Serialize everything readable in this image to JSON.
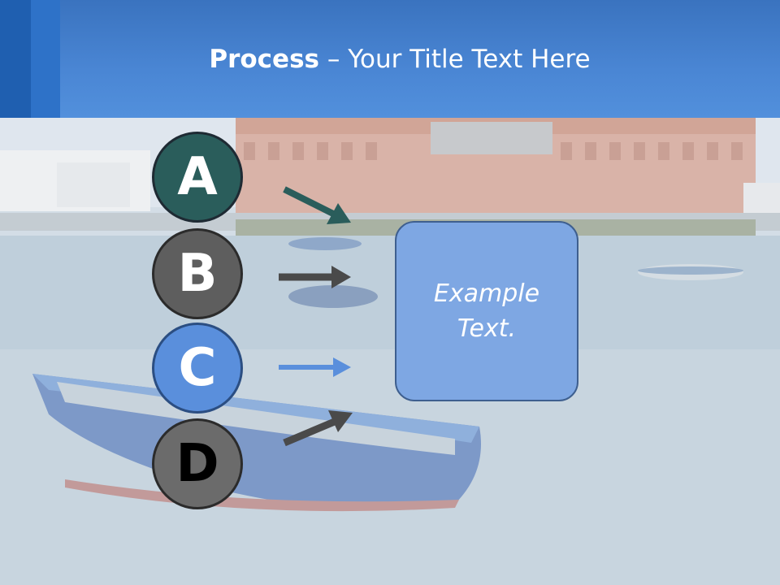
{
  "slide": {
    "title_bold": "Process",
    "title_rest": " – Your Title Text Here",
    "circles": [
      {
        "label": "A",
        "color": "#2a5d5b"
      },
      {
        "label": "B",
        "color": "#5e5e5e"
      },
      {
        "label": "C",
        "color": "#5a8fdc"
      },
      {
        "label": "D",
        "color": "#6b6b6b"
      }
    ],
    "example_text": "Example Text.",
    "colors": {
      "header": "#4a86d4",
      "box": "#7ea7e3",
      "arrow_a": "#2a5d5b",
      "arrow_b": "#4a4a4a",
      "arrow_c": "#5a8fdc",
      "arrow_d": "#4a4a4a"
    }
  }
}
